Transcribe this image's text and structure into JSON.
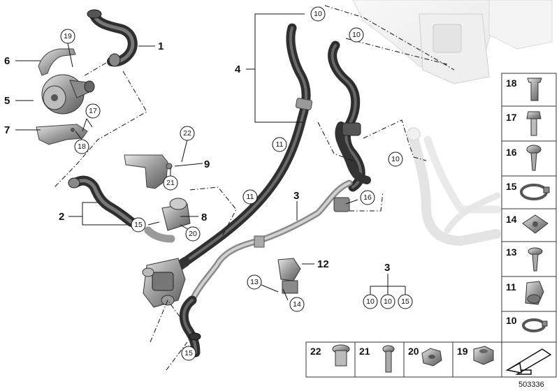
{
  "diagram": {
    "reference_number": "503336",
    "part_labels": {
      "p1": "1",
      "p2": "2",
      "p3a": "3",
      "p3b": "3",
      "p4": "4",
      "p5": "5",
      "p6": "6",
      "p7": "7",
      "p8": "8",
      "p9": "9",
      "p12": "12"
    },
    "callouts": {
      "c19": "19",
      "c17": "17",
      "c18": "18",
      "c22": "22",
      "c21": "21",
      "c15a": "15",
      "c20": "20",
      "c10a": "10",
      "c10b": "10",
      "c11a": "11",
      "c11b": "11",
      "c10c": "10",
      "c16": "16",
      "c13": "13",
      "c14": "14",
      "c15b": "15",
      "c10d": "10",
      "c10e": "10",
      "c15c": "15"
    },
    "parts_table": {
      "right_column": [
        "18",
        "17",
        "16",
        "15",
        "14",
        "13",
        "11",
        "10"
      ],
      "bottom_row": [
        "22",
        "21",
        "20",
        "19"
      ]
    }
  }
}
